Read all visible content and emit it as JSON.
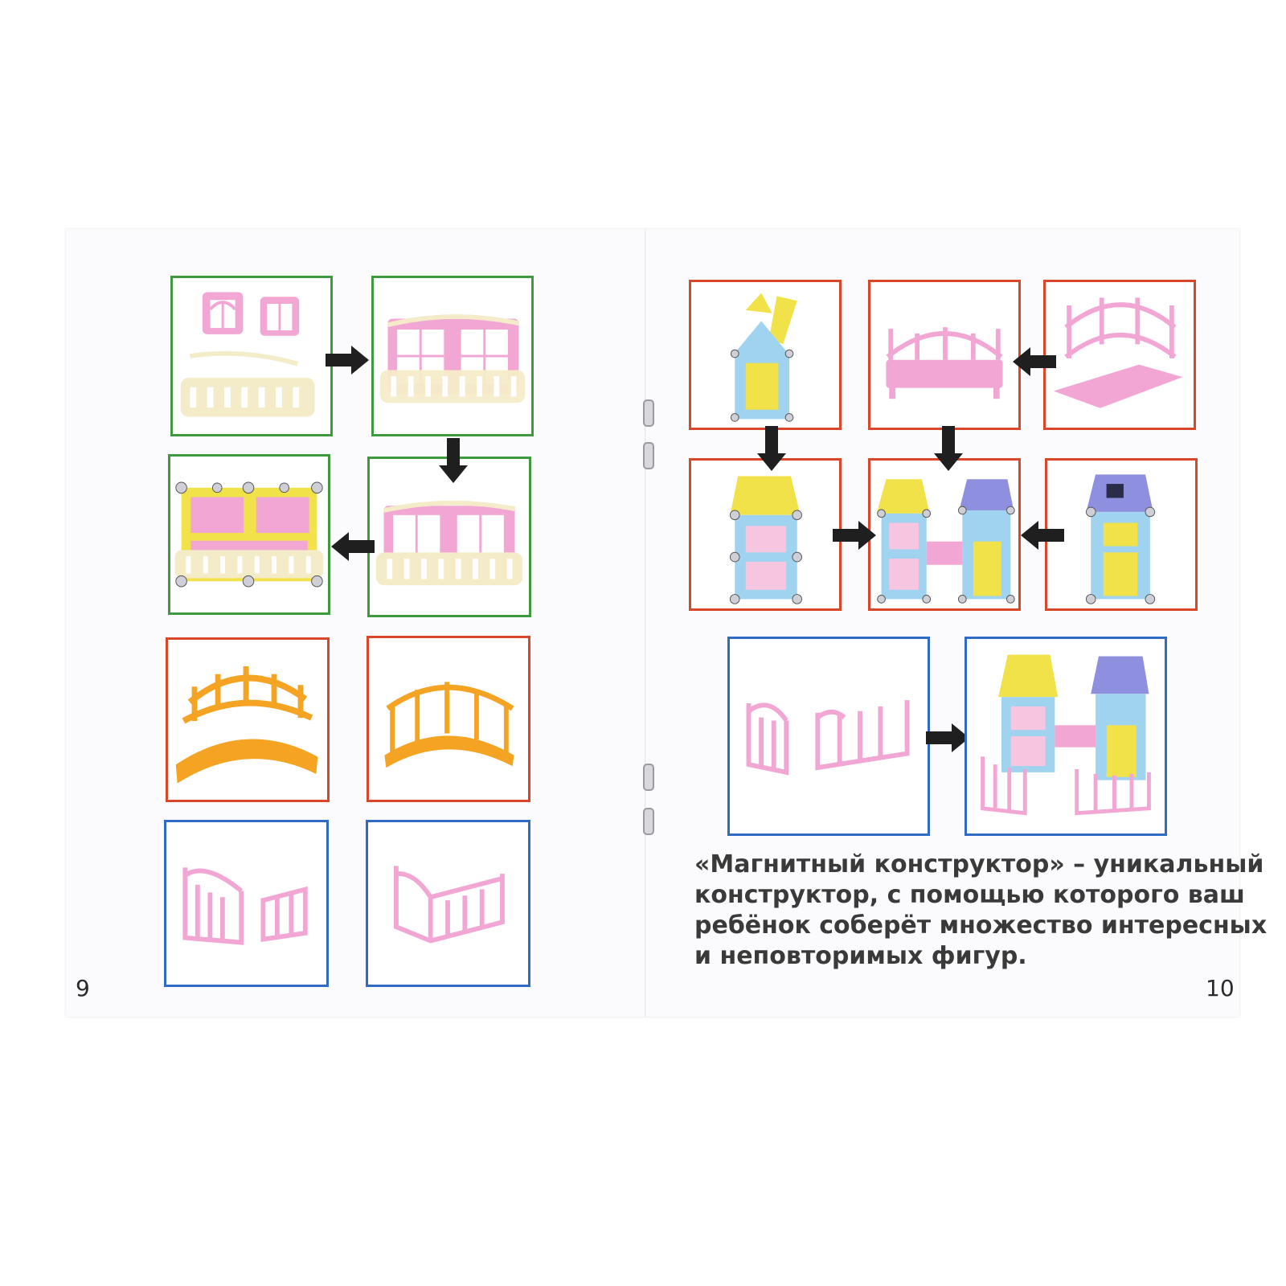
{
  "pages": {
    "left_number": "9",
    "right_number": "10"
  },
  "caption": {
    "lines": [
      "«Магнитный конструктор» – уникальный",
      "конструктор,  с помощью которого ваш",
      "ребёнок соберёт множество интересных",
      "и неповторимых фигур."
    ]
  },
  "colors": {
    "green_frame": "#3f9a3f",
    "red_frame": "#d9472b",
    "blue_frame": "#2f6bc4",
    "arrow": "#1f1f1f",
    "pink_part": "#f2a6d4",
    "cream_part": "#f4ecc9",
    "orange_part": "#f5a323",
    "yellow_part": "#f1e24a",
    "blue_part": "#9fd3f0",
    "purple_part": "#8f8fe0"
  },
  "icons": [
    "arrow-right-icon",
    "arrow-left-icon",
    "arrow-down-icon"
  ]
}
